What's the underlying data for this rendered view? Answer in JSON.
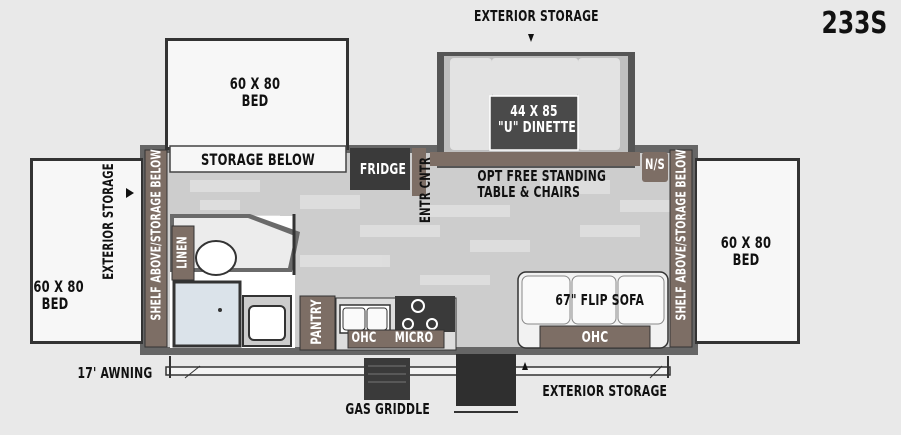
{
  "model": "233S",
  "labels": {
    "exterior_storage_top": "EXTERIOR STORAGE",
    "bed_top": "60 X 80\nBED",
    "storage_below": "STORAGE BELOW",
    "fridge": "FRIDGE",
    "entr_cntr": "ENTR CNTR",
    "dinette": "44 X 85\n\"U\" DINETTE",
    "opt_table": "OPT FREE STANDING\nTABLE & CHAIRS",
    "ns": "N/S",
    "shelf_left": "SHELF ABOVE/STORAGE BELOW",
    "shelf_right": "SHELF ABOVE/STORAGE BELOW",
    "exterior_storage_left": "EXTERIOR STORAGE",
    "bed_left": "60 X 80\nBED",
    "bed_right": "60 X 80\nBED",
    "linen": "LINEN",
    "pantry": "PANTRY",
    "ohc_kitchen": "OHC",
    "micro": "MICRO",
    "flip_sofa": "67\" FLIP SOFA",
    "ohc_sofa": "OHC",
    "awning": "17' AWNING",
    "gas_griddle": "GAS GRIDDLE",
    "exterior_storage_bottom": "EXTERIOR STORAGE"
  },
  "colors": {
    "wall": "#666666",
    "floor": "#cfcfcf",
    "brown_cabinet": "#7d6e65",
    "dark_appliance": "#333333",
    "bed": "#f7f7f7"
  }
}
